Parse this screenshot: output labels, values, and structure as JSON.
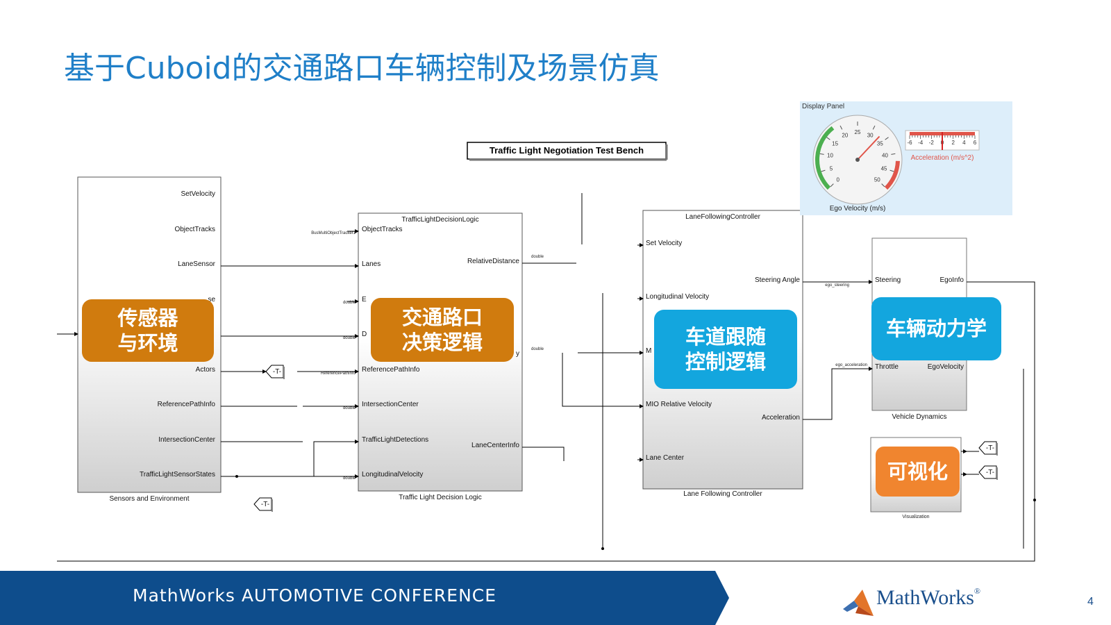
{
  "slide": {
    "title": "基于Cuboid的交通路口车辆控制及场景仿真",
    "page_number": "4"
  },
  "footer": {
    "conference": "MathWorks AUTOMOTIVE CONFERENCE",
    "logo_text": "MathWorks",
    "logo_mark": "®"
  },
  "model": {
    "test_bench_title": "Traffic Light Negotiation Test Bench",
    "sensors": {
      "name": "Sensors and Environment",
      "outputs": [
        "SetVelocity",
        "ObjectTracks",
        "LaneSensor",
        "Actors",
        "ReferencePathInfo",
        "IntersectionCenter",
        "TrafficLightSensorStates"
      ],
      "partial_port": "se"
    },
    "decision": {
      "header": "TrafficLightDecisionLogic",
      "name": "Traffic Light Decision Logic",
      "inputs": [
        "ObjectTracks",
        "Lanes",
        "ReferencePathInfo",
        "IntersectionCenter",
        "TrafficLightDetections",
        "LongitudinalVelocity"
      ],
      "outputs": [
        "RelativeDistance",
        "LaneCenterInfo"
      ],
      "partial_in_e": "E",
      "partial_in_d": "D",
      "partial_out_y": "y",
      "bus_label": "BusMultiObjectTracker1",
      "ref_label": "ReferencePathInfo",
      "double_label": "double"
    },
    "controller": {
      "header": "LaneFollowingController",
      "name": "Lane Following Controller",
      "inputs": [
        "Set Velocity",
        "Longitudinal Velocity",
        "MIO Relative Velocity",
        "Lane Center"
      ],
      "outputs": [
        "Steering Angle",
        "Acceleration"
      ],
      "partial_in_m": "M"
    },
    "dynamics": {
      "name": "Vehicle Dynamics",
      "inputs": [
        "Steering",
        "Throttle"
      ],
      "outputs": [
        "EgoInfo",
        "EgoVelocity"
      ],
      "signal_steering": "ego_steering",
      "signal_accel": "ego_acceleration"
    },
    "visualization": {
      "name": "Visualization"
    },
    "goto_tag": "-T-"
  },
  "display_panel": {
    "title": "Display Panel",
    "speedometer_label": "Ego Velocity (m/s)",
    "speedometer_ticks": [
      "0",
      "5",
      "10",
      "15",
      "20",
      "25",
      "30",
      "35",
      "40",
      "45",
      "50"
    ],
    "needle_value": 33,
    "accel_label": "Acceleration (m/s^2)",
    "accel_ticks": [
      "-6",
      "-4",
      "-2",
      "0",
      "2",
      "4",
      "6"
    ],
    "accel_value": 0
  },
  "badges": {
    "sensors": "传感器\n与环境",
    "decision": "交通路口\n决策逻辑",
    "controller": "车道跟随\n控制逻辑",
    "dynamics": "车辆动力学",
    "visualization": "可视化"
  },
  "colors": {
    "title_blue": "#1f7fc8",
    "badge_orange_dark": "#d07b0e",
    "badge_blue": "#13a6de",
    "badge_orange": "#f0852f",
    "footer_band": "#0e4d8c"
  }
}
